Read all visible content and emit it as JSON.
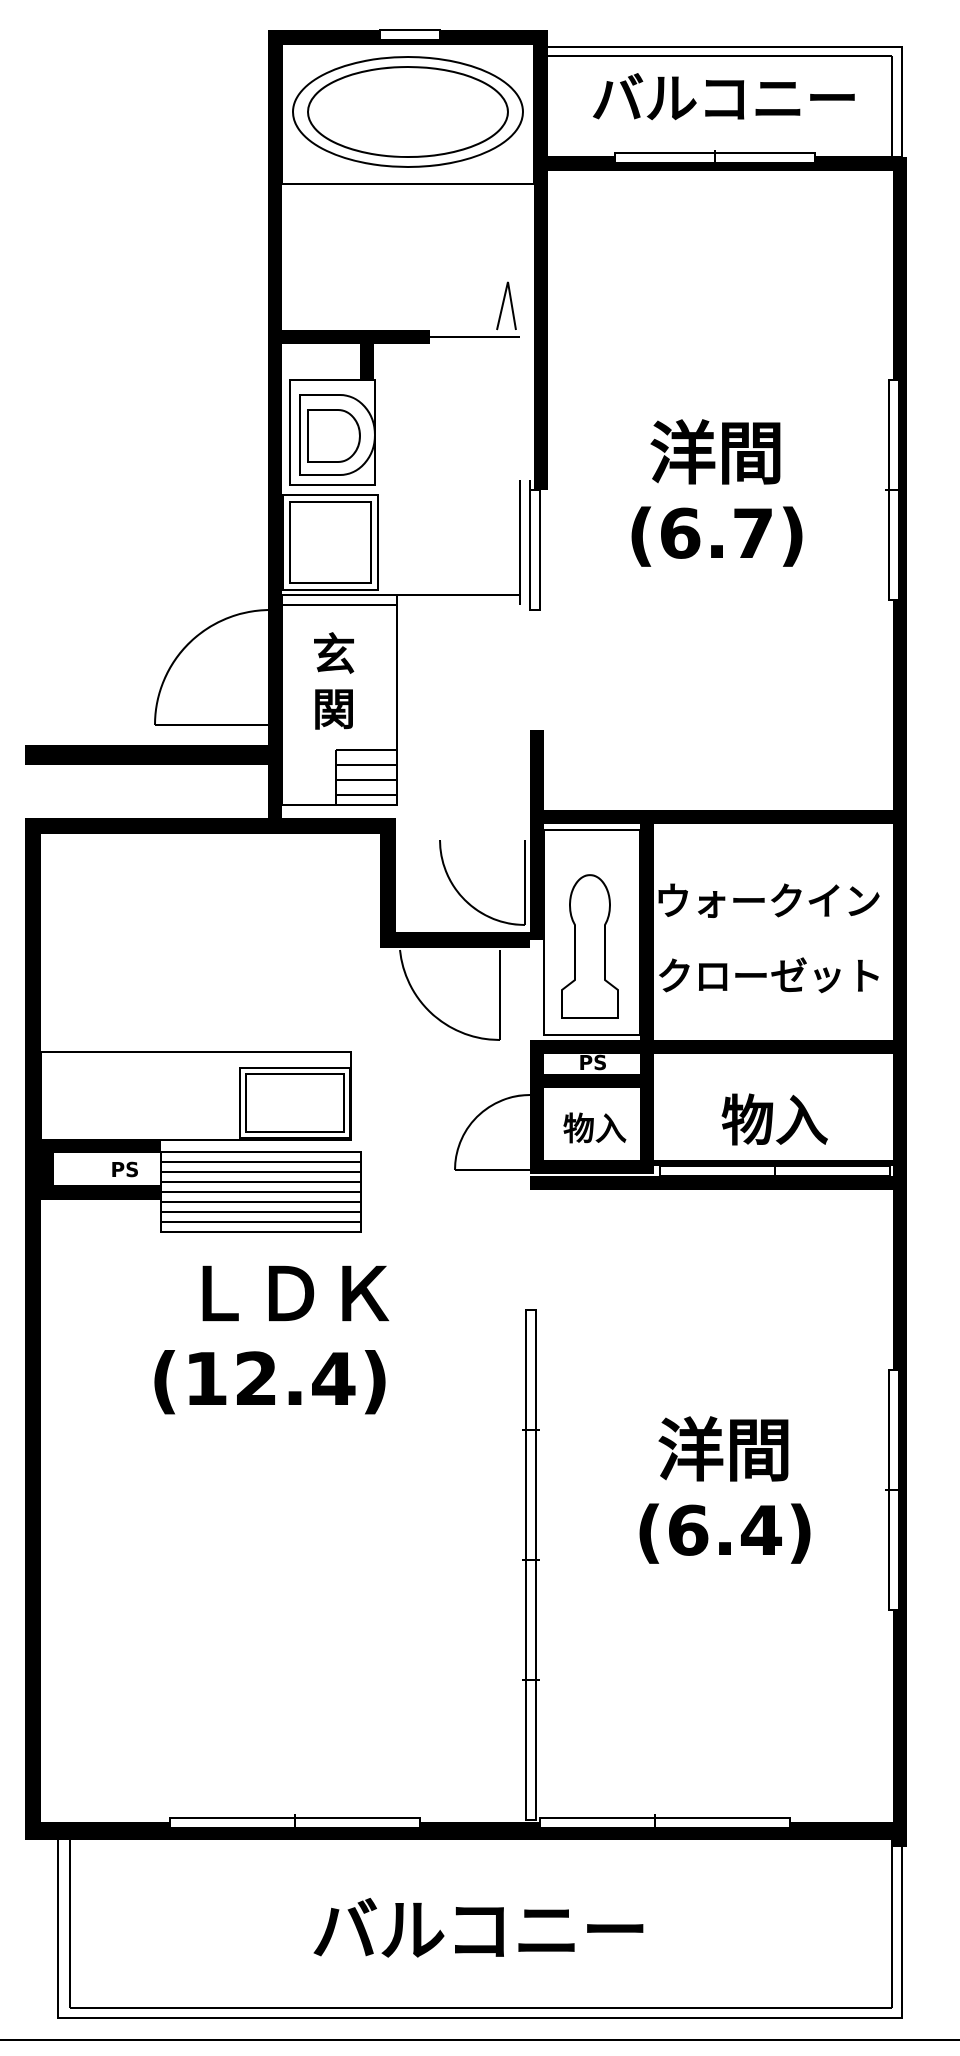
{
  "balcony_top": "バルコニー",
  "balcony_bottom": "バルコニー",
  "western_room_1": {
    "name": "洋間",
    "size": "(6.7)"
  },
  "western_room_2": {
    "name": "洋間",
    "size": "(6.4)"
  },
  "ldk": {
    "name": "ＬＤＫ",
    "size": "(12.4)"
  },
  "entrance": {
    "line1": "玄",
    "line2": "関"
  },
  "walk_in_closet": {
    "line1": "ウォークイン",
    "line2": "クローゼット"
  },
  "storage_large": "物入",
  "storage_small": "物入",
  "ps_upper": "PS",
  "ps_kitchen": "PS"
}
